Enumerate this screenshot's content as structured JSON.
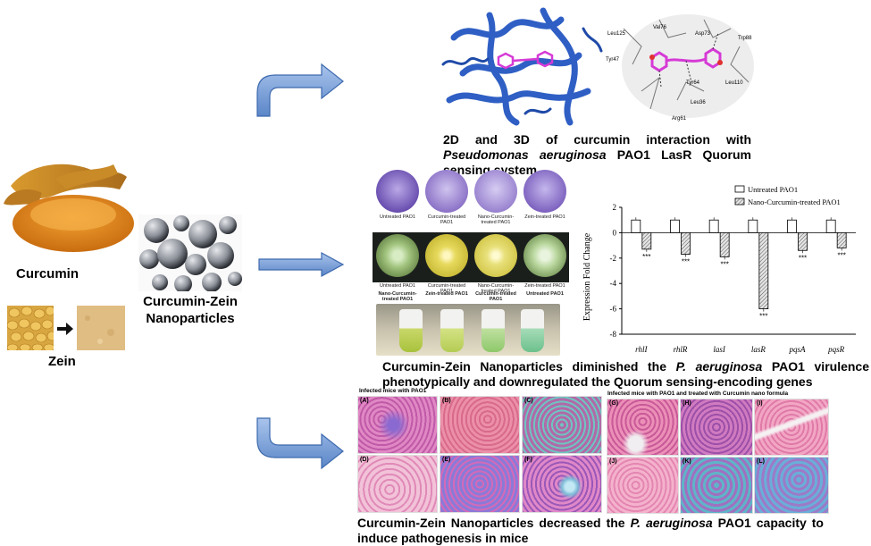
{
  "labels": {
    "curcumin": "Curcumin",
    "zein": "Zein",
    "nano_line1": "Curcumin-Zein",
    "nano_line2": "Nanoparticles"
  },
  "residues": [
    "Leu125",
    "Val76",
    "Asp73",
    "Trp88",
    "Tyr47",
    "Tyr64",
    "Leu110",
    "Leu36",
    "Arg61"
  ],
  "captions": {
    "structure": {
      "part1": "2D and 3D of curcumin interaction with ",
      "italic": "Pseudomonas aeruginosa",
      "part2": " PAO1 LasR Quorum sensing system"
    },
    "virulence": {
      "part1": "Curcumin-Zein Nanoparticles diminished the ",
      "italic": "P. aeruginosa",
      "part2": " PAO1 virulence phenotypically and downregulated the Quorum sensing-encoding genes"
    },
    "pathogenesis": {
      "part1": "Curcumin-Zein Nanoparticles decreased the ",
      "italic": "P. aeruginosa",
      "part2": " PAO1 capacity to induce pathogenesis in mice"
    }
  },
  "dishes": {
    "row1": [
      "Untreated PAO1",
      "Curcumin-treated PAO1",
      "Nano-Curcumin-treated PAO1",
      "Zein-treated PAO1"
    ],
    "row2": [
      "Untreated PAO1",
      "Curcumin-treated PAO1",
      "Nano-Curcumin-treated PAO1",
      "Zein-treated PAO1"
    ],
    "row3": [
      "Nano-Curcumin-treated PAO1",
      "Zein-treated PAO1",
      "Curcumin-treated PAO1",
      "Untreated PAO1"
    ]
  },
  "histology": {
    "left_title": "Infected mice with PAO1",
    "right_title": "Infected mice with PAO1 and treated with Curcumin nano formula",
    "left_panels": [
      "(A)",
      "(B)",
      "(C)",
      "(D)",
      "(E)",
      "(F)"
    ],
    "right_panels": [
      "(G)",
      "(H)",
      "(I)",
      "(J)",
      "(K)",
      "(L)"
    ]
  },
  "chart_data": {
    "type": "bar",
    "categories": [
      "rhlI",
      "rhlR",
      "lasI",
      "lasR",
      "pqsA",
      "pqsR"
    ],
    "series": [
      {
        "name": "Untreated PAO1",
        "values": [
          1,
          1,
          1,
          1,
          1,
          1
        ]
      },
      {
        "name": "Nano-Curcumin-treated PAO1",
        "values": [
          -1.3,
          -1.7,
          -1.9,
          -6.0,
          -1.4,
          -1.2
        ]
      }
    ],
    "significance": [
      "***",
      "***",
      "***",
      "***",
      "***",
      "***"
    ],
    "ylabel": "Expression Fold Change",
    "ylim": [
      -8,
      2
    ],
    "yticks": [
      "2",
      "0",
      "-2",
      "-4",
      "-6",
      "-8"
    ],
    "legend_position": "top-right",
    "colors": {
      "untreated": "#ffffff",
      "treated": "#cccccc"
    }
  }
}
